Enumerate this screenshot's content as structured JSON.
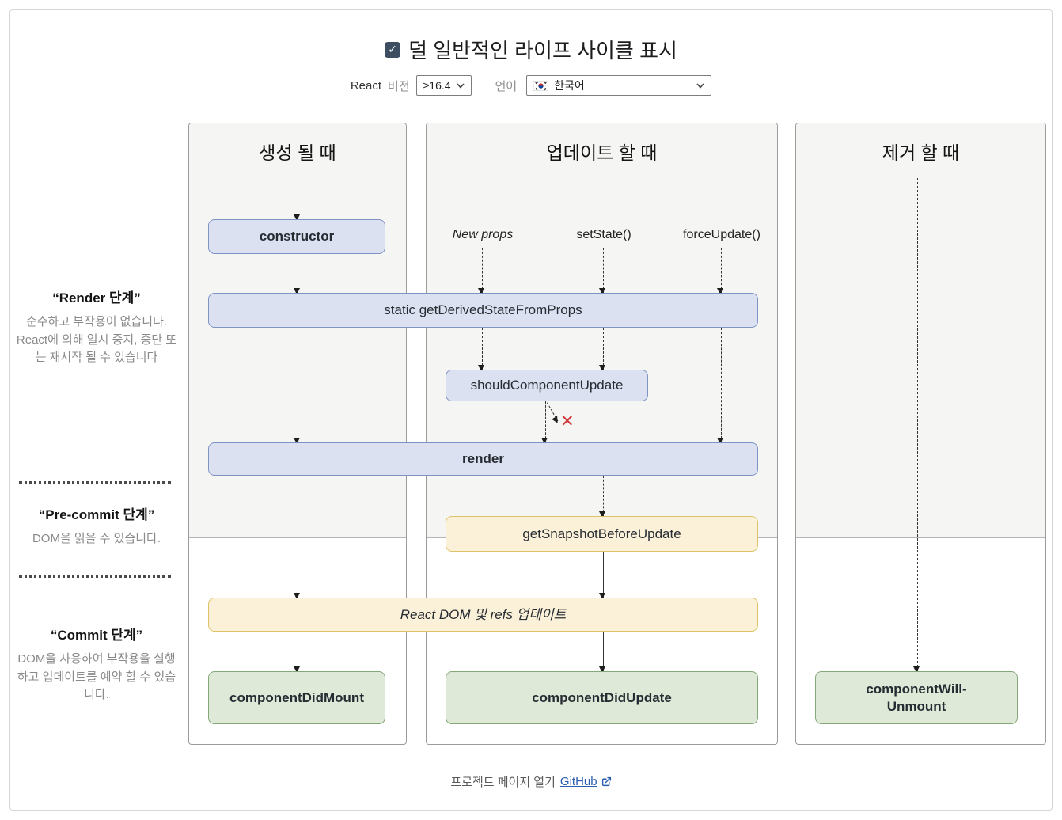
{
  "header": {
    "title": "덜 일반적인 라이프 사이클 표시",
    "checkbox_checked": true
  },
  "controls": {
    "react_label": "React",
    "version_label": "버전",
    "version_value": "≥16.4",
    "language_label": "언어",
    "language_value": "한국어"
  },
  "columns": [
    {
      "header": "생성 될 때"
    },
    {
      "header": "업데이트 할 때"
    },
    {
      "header": "제거 할 때"
    }
  ],
  "sidebar": {
    "sections": [
      {
        "title": "“Render 단계”",
        "body": "순수하고 부작용이 없습니다. React에 의해 일시 중지, 중단 또는 재시작 될 수 있습니다"
      },
      {
        "title": "“Pre-commit 단계”",
        "body": "DOM을 읽을 수 있습니다."
      },
      {
        "title": "“Commit 단계”",
        "body": "DOM을 사용하여 부작용을 실행하고 업데이트를 예약 할 수 있습니다."
      }
    ]
  },
  "update_triggers": [
    "New props",
    "setState()",
    "forceUpdate()"
  ],
  "boxes": {
    "constructor": "constructor",
    "get_derived_state": "static getDerivedStateFromProps",
    "should_component_update": "shouldComponentUpdate",
    "render": "render",
    "get_snapshot": "getSnapshotBeforeUpdate",
    "react_dom_update": "React DOM 및 refs 업데이트",
    "component_did_mount": "componentDidMount",
    "component_did_update": "componentDidUpdate",
    "component_will_unmount_line1": "componentWill-",
    "component_will_unmount_line2": "Unmount"
  },
  "icons": {
    "checkmark": "✓",
    "x_mark": "✕"
  },
  "footer": {
    "text": "프로젝트 페이지 열기",
    "link_label": "GitHub"
  },
  "colors": {
    "box_blue_bg": "#dbe1f1",
    "box_blue_border": "#7e92c4",
    "box_yellow_bg": "#faf1d8",
    "box_yellow_border": "#dec266",
    "box_green_bg": "#dee9d8",
    "box_green_border": "#84a878",
    "phase_top_bg": "#f5f5f3",
    "checkbox_bg": "#3d4e60",
    "x_mark_color": "#cf3434",
    "link_color": "#2a5db0"
  }
}
